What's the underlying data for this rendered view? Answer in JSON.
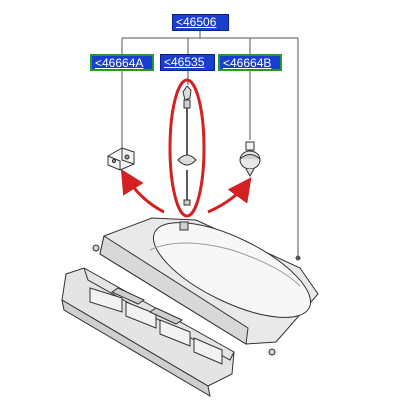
{
  "callouts": {
    "assembly": "<46506",
    "bracket": "<46664A",
    "cable": "<46535",
    "clip": "<46664B"
  },
  "colors": {
    "tag_background": "#1a3fd0",
    "tag_green_border": "#1e9a2e",
    "highlight_red": "#d42020",
    "line_gray": "#555555"
  }
}
